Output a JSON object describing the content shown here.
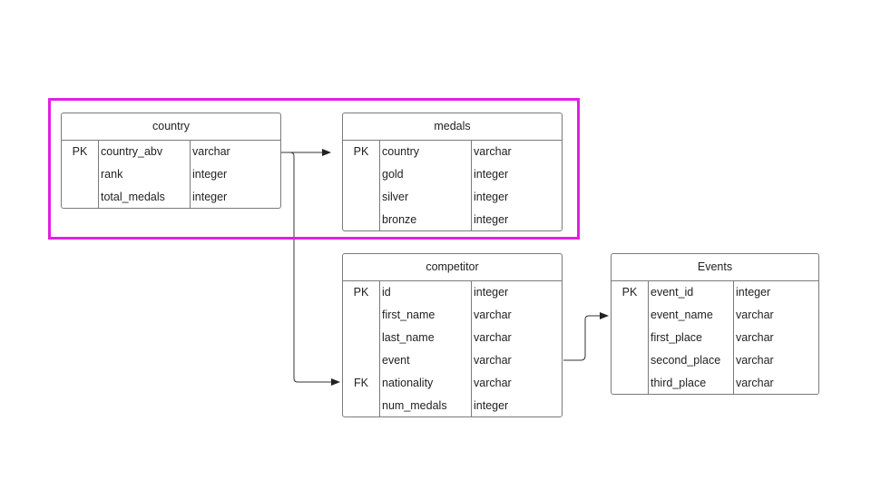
{
  "entities": {
    "country": {
      "title": "country",
      "rows": [
        {
          "key": "PK",
          "name": "country_abv",
          "type": "varchar"
        },
        {
          "key": "",
          "name": "rank",
          "type": "integer"
        },
        {
          "key": "",
          "name": "total_medals",
          "type": "integer"
        }
      ]
    },
    "medals": {
      "title": "medals",
      "rows": [
        {
          "key": "PK",
          "name": "country",
          "type": "varchar"
        },
        {
          "key": "",
          "name": "gold",
          "type": "integer"
        },
        {
          "key": "",
          "name": "silver",
          "type": "integer"
        },
        {
          "key": "",
          "name": "bronze",
          "type": "integer"
        }
      ]
    },
    "competitor": {
      "title": "competitor",
      "rows": [
        {
          "key": "PK",
          "name": "id",
          "type": "integer"
        },
        {
          "key": "",
          "name": "first_name",
          "type": "varchar"
        },
        {
          "key": "",
          "name": "last_name",
          "type": "varchar"
        },
        {
          "key": "",
          "name": "event",
          "type": "varchar"
        },
        {
          "key": "FK",
          "name": "nationality",
          "type": "varchar"
        },
        {
          "key": "",
          "name": "num_medals",
          "type": "integer"
        }
      ]
    },
    "events": {
      "title": "Events",
      "rows": [
        {
          "key": "PK",
          "name": "event_id",
          "type": "integer"
        },
        {
          "key": "",
          "name": "event_name",
          "type": "varchar"
        },
        {
          "key": "",
          "name": "first_place",
          "type": "varchar"
        },
        {
          "key": "",
          "name": "second_place",
          "type": "varchar"
        },
        {
          "key": "",
          "name": "third_place",
          "type": "varchar"
        }
      ]
    }
  },
  "colors": {
    "highlight": "#e020e0",
    "border": "#7a7a7a",
    "connector": "#333333"
  }
}
